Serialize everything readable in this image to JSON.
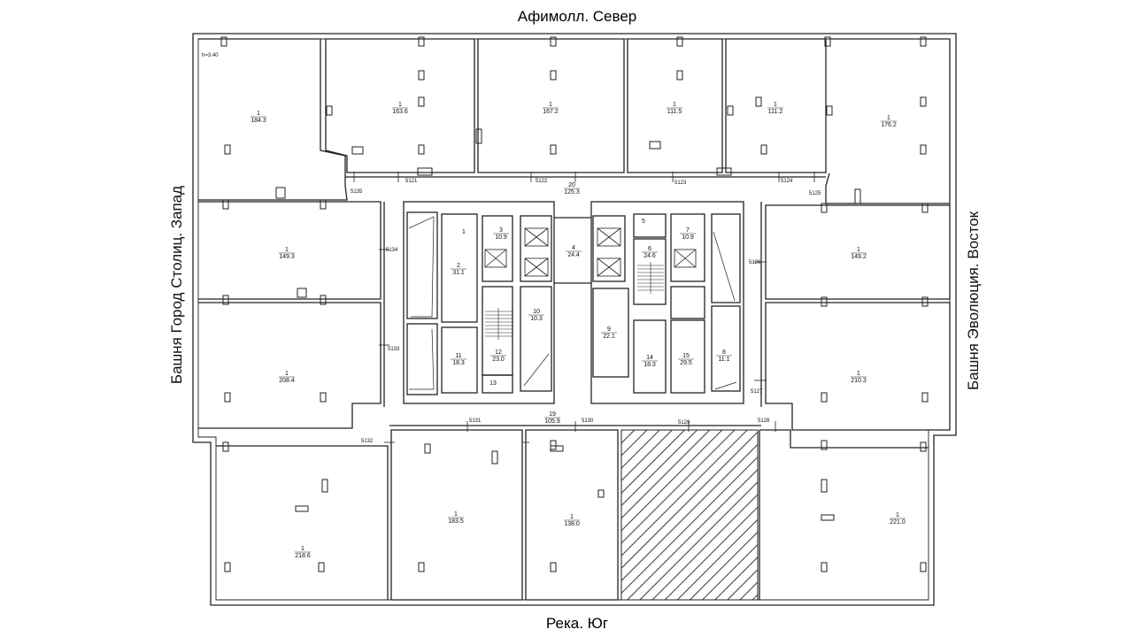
{
  "captions": {
    "north": "Афимолл. Север",
    "south": "Река. Юг",
    "west": "Башня Город Столиц. Запад",
    "east": "Башня Эволюция. Восток"
  },
  "height_mark": "h=3.40",
  "colors": {
    "line": "#222222",
    "hatch": "#444444",
    "background": "#ffffff"
  },
  "rooms": [
    {
      "id": "nw-corner",
      "num": "1",
      "area": "184.3"
    },
    {
      "id": "n1",
      "num": "1",
      "area": "163.6"
    },
    {
      "id": "n2",
      "num": "1",
      "area": "167.2"
    },
    {
      "id": "n3",
      "num": "1",
      "area": "111.5"
    },
    {
      "id": "n4",
      "num": "1",
      "area": "111.2"
    },
    {
      "id": "ne-corner",
      "num": "1",
      "area": "176.2"
    },
    {
      "id": "w1",
      "num": "1",
      "area": "149.3"
    },
    {
      "id": "w2",
      "num": "1",
      "area": "208.4"
    },
    {
      "id": "e1",
      "num": "1",
      "area": "149.2"
    },
    {
      "id": "e2",
      "num": "1",
      "area": "210.3"
    },
    {
      "id": "sw-corner",
      "num": "1",
      "area": "218.6"
    },
    {
      "id": "s1",
      "num": "1",
      "area": "183.5"
    },
    {
      "id": "s2",
      "num": "1",
      "area": "138.0"
    },
    {
      "id": "se-corner",
      "num": "1",
      "area": "221.0"
    },
    {
      "id": "corridor-n",
      "num": "20",
      "area": "125.3"
    },
    {
      "id": "corridor-s",
      "num": "19",
      "area": "105.9"
    },
    {
      "id": "core-2",
      "num": "2",
      "area": "31.1"
    },
    {
      "id": "core-3",
      "num": "3",
      "area": "10.9"
    },
    {
      "id": "core-4",
      "num": "4",
      "area": "24.4"
    },
    {
      "id": "core-5",
      "num": "5",
      "area": ""
    },
    {
      "id": "core-6",
      "num": "6",
      "area": "24.6"
    },
    {
      "id": "core-7",
      "num": "7",
      "area": "10.9"
    },
    {
      "id": "core-8",
      "num": "8",
      "area": "11.1"
    },
    {
      "id": "core-9",
      "num": "9",
      "area": "22.1"
    },
    {
      "id": "core-10",
      "num": "10",
      "area": "10.3"
    },
    {
      "id": "core-11",
      "num": "11",
      "area": "18.3"
    },
    {
      "id": "core-12",
      "num": "12",
      "area": "23.0"
    },
    {
      "id": "core-13",
      "num": "13",
      "area": ""
    },
    {
      "id": "core-14",
      "num": "14",
      "area": "18.3"
    },
    {
      "id": "core-15",
      "num": "15",
      "area": "29.5"
    },
    {
      "id": "core-1",
      "num": "1",
      "area": ""
    }
  ],
  "codes": [
    "5121",
    "5122",
    "5123",
    "5124",
    "5125",
    "5126",
    "5127",
    "5128",
    "5129",
    "5130",
    "5131",
    "5132",
    "5133",
    "5134",
    "5135"
  ]
}
